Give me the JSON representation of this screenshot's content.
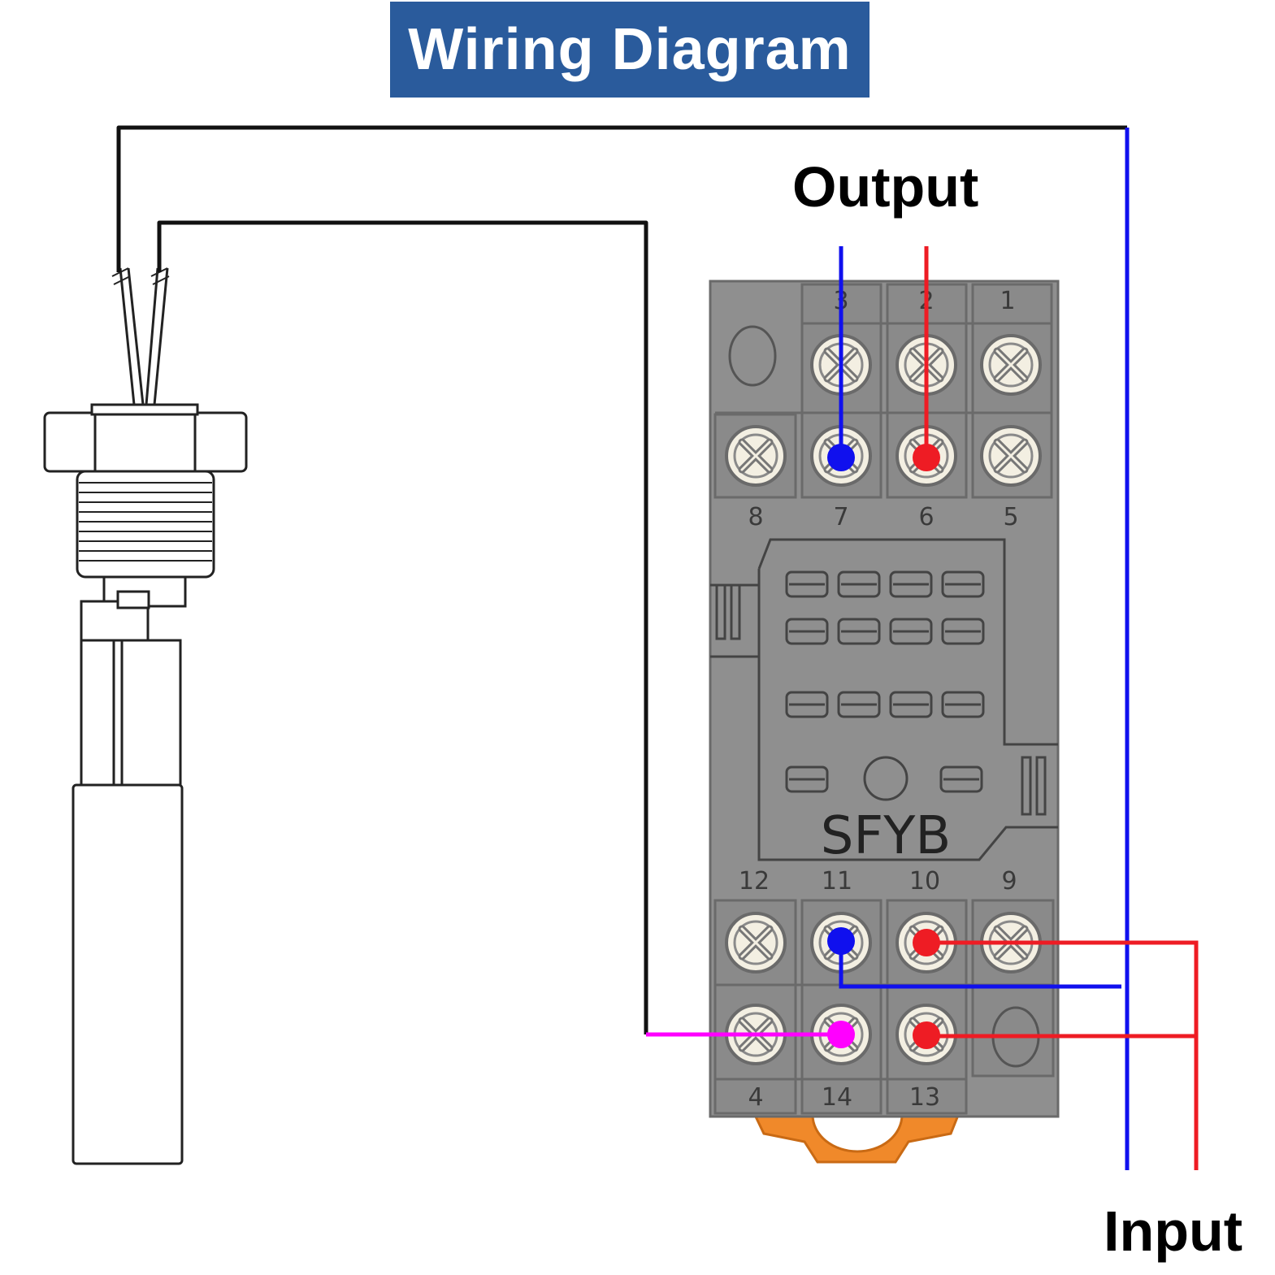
{
  "title": "Wiring Diagram",
  "labels": {
    "output": "Output",
    "input": "Input"
  },
  "relay_base": {
    "brand": "SFYB",
    "top_terminal_numbers": [
      "3",
      "2",
      "1"
    ],
    "row2_terminal_numbers": [
      "8",
      "7",
      "6",
      "5"
    ],
    "row3_terminal_numbers": [
      "12",
      "11",
      "10",
      "9"
    ],
    "bottom_terminal_numbers": [
      "4",
      "14",
      "13"
    ]
  },
  "colors": {
    "banner": "#2a5b9c",
    "blue_wire": "#1010ee",
    "red_wire": "#ee1c24",
    "magenta_wire": "#ff00ff",
    "sensor_wire": "#111111",
    "relay_body": "#8f8f8f",
    "mount_clip": "#f0892a"
  }
}
